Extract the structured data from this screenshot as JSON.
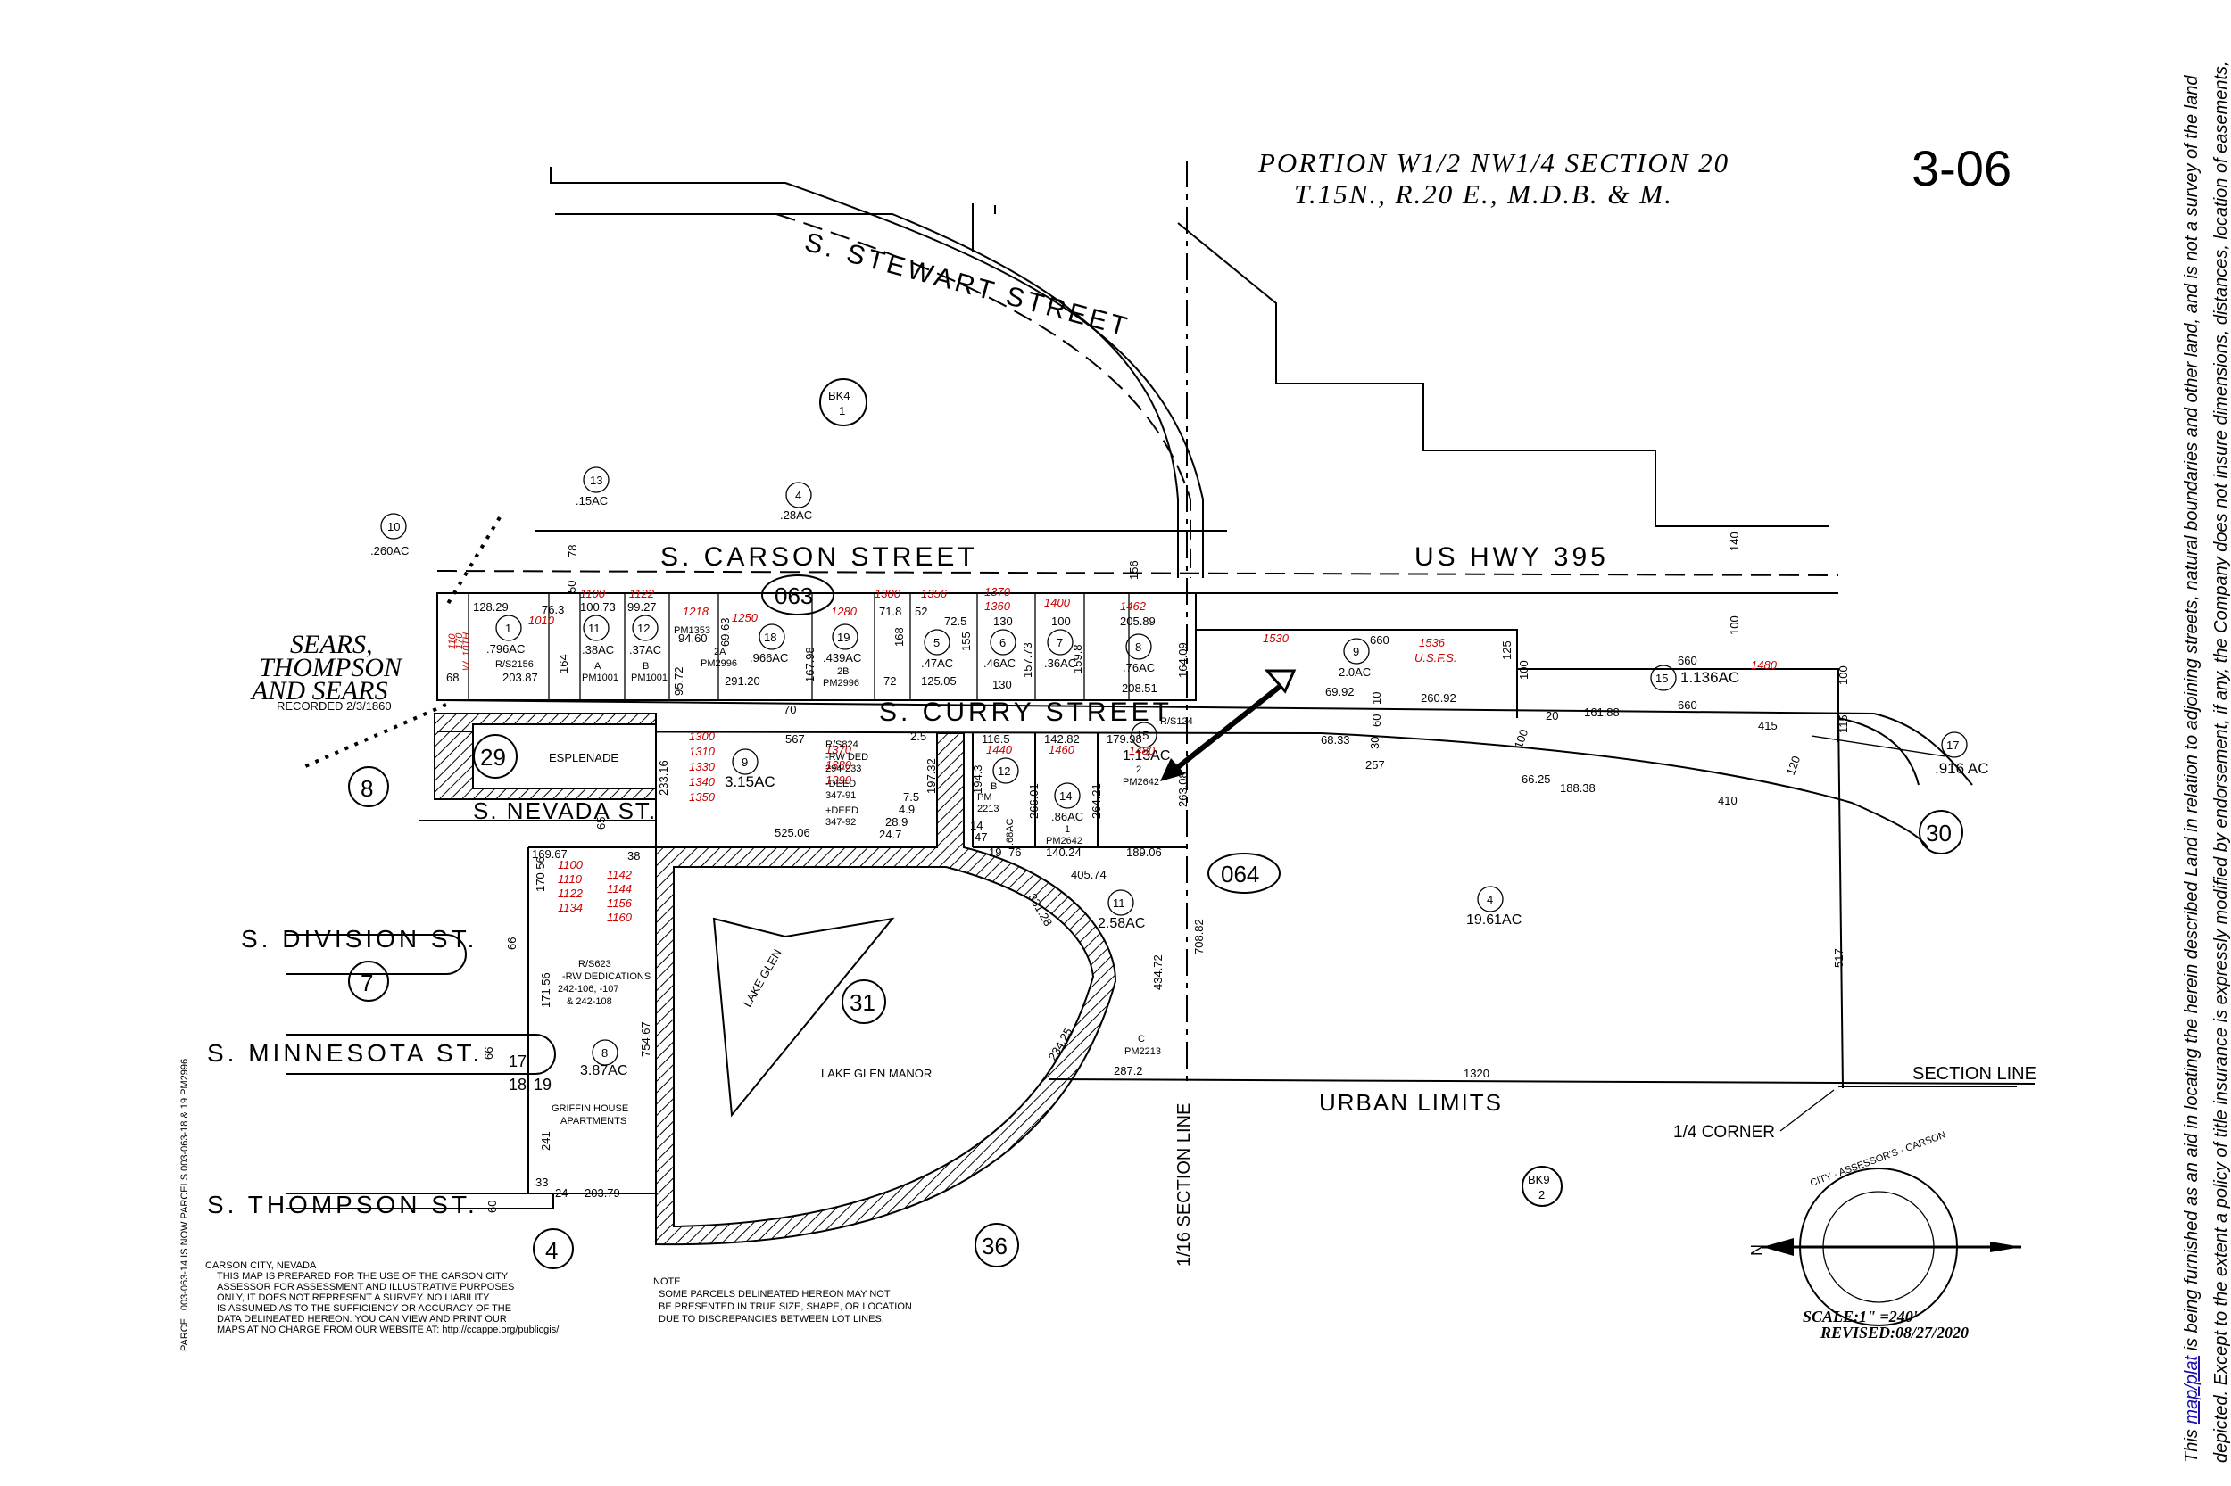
{
  "header": {
    "title_line1": "PORTION W1/2 NW1/4 SECTION 20",
    "title_line2": "T.15N., R.20 E., M.D.B. & M.",
    "page_number": "3-06"
  },
  "streets": {
    "stewart": "S. STEWART STREET",
    "carson": "S. CARSON STREET",
    "hwy": "US HWY 395",
    "curry": "S. CURRY STREET",
    "nevada": "S. NEVADA ST.",
    "division": "S. DIVISION ST.",
    "minnesota": "S. MINNESOTA ST.",
    "thompson": "S. THOMPSON ST.",
    "w10th": "W. 10TH"
  },
  "blocks": {
    "b063": "063",
    "b064": "064",
    "bk4_a": "BK4",
    "bk4_b": "1",
    "bk9_a": "BK9",
    "bk9_b": "2",
    "n8": "8",
    "n7": "7",
    "n4": "4",
    "n36": "36",
    "n30": "30",
    "n29": "29",
    "n31": "31"
  },
  "labels": {
    "sears1": "SEARS,",
    "sears2": "THOMPSON",
    "sears3": "AND SEARS",
    "recorded": "RECORDED 2/3/1860",
    "esplenade": "ESPLENADE",
    "lake_glen": "LAKE GLEN",
    "lake_glen_manor": "LAKE GLEN MANOR",
    "griffin1": "GRIFFIN HOUSE",
    "griffin2": "APARTMENTS",
    "urban_limits": "URBAN LIMITS",
    "section_line": "SECTION LINE",
    "sixteenth": "1/16 SECTION LINE",
    "quarter_corner": "1/4 CORNER",
    "usfs": "U.S.F.S.",
    "rw_ded1": "R/S623",
    "rw_ded2": "-RW DEDICATIONS",
    "rw_ded3": "242-106, -107",
    "rw_ded4": "& 242-108",
    "rs824_1": "R/S824",
    "rs824_2": "-RW DED",
    "rs824_3": "294-233",
    "rs824_4": "-DEED",
    "rs824_5": "347-91",
    "rs824_6": "+DEED",
    "rs824_7": "347-92",
    "rs124": "R/S124"
  },
  "parcels": {
    "p10": "10",
    "p10_ac": ".260AC",
    "p13": "13",
    "p13_ac": ".15AC",
    "p4top": "4",
    "p4top_ac": ".28AC",
    "p1": "1",
    "p1_ac": ".796AC",
    "p1_rs": "R/S2156",
    "p11": "11",
    "p11_ac": ".38AC",
    "p11_a": "A",
    "p11_pm": "PM1001",
    "p12": "12",
    "p12_ac": ".37AC",
    "p12_b": "B",
    "p12_pm": "PM1001",
    "p18": "18",
    "p18_ac": ".966AC",
    "p19": "19",
    "p19_ac": ".439AC",
    "p19_2b": "2B",
    "p19_pm": "PM2996",
    "p2a": "2A",
    "p2a_pm": "PM2996",
    "pm1353": "PM1353",
    "p5": "5",
    "p5_ac": ".47AC",
    "p6": "6",
    "p6_ac": ".46AC",
    "p7": "7",
    "p7_ac": ".36AC",
    "p8": "8",
    "p8_ac": ".76AC",
    "p9top": "9",
    "p9top_ac": "2.0AC",
    "p15top": "15",
    "p15top_ac": "1.136AC",
    "p17": "17",
    "p17_ac": ".916 AC",
    "p9": "9",
    "p9_ac": "3.15AC",
    "p12b": "12",
    "p12b_b": "B",
    "p12b_pm": "PM",
    "p12b_2213": "2213",
    "p12b_ac": ".68AC",
    "p14": "14",
    "p14_ac": ".86AC",
    "p14_1": "1",
    "p14_pm": "PM2642",
    "p15": "15",
    "p15_ac": "1.13AC",
    "p15_2": "2",
    "p15_pm": "PM2642",
    "p11b": "11",
    "p11b_ac": "2.58AC",
    "p4": "4",
    "p4_ac": "19.61AC",
    "p8b": "8",
    "p8b_ac": "3.87AC",
    "pc": "C",
    "pc_pm": "PM2213",
    "p17b": "17",
    "p18b": "18",
    "p19b": "19"
  },
  "addresses": {
    "a1010": "1010",
    "a1100": "1100",
    "a1122": "1122",
    "a1218": "1218",
    "a1250": "1250",
    "a1280": "1280",
    "a1300": "1300",
    "a1356": "1356",
    "a1370": "1370",
    "a1360": "1360",
    "a1400": "1400",
    "a1462": "1462",
    "a1530": "1530",
    "a1536": "1536",
    "a1480": "1480",
    "g1": "1300",
    "g2": "1310",
    "g3": "1330",
    "g4": "1340",
    "g5": "1350",
    "h1": "1370",
    "h2": "1380",
    "h3": "1390",
    "a1440": "1440",
    "a1460": "1460",
    "a1480b": "1480",
    "n1": "1100",
    "n2": "1110",
    "n3": "1122",
    "n4": "1134",
    "m1": "1142",
    "m2": "1144",
    "m3": "1156",
    "m4": "1160",
    "w10": "110",
    "w11": "170"
  },
  "dims": {
    "d78": "78",
    "d50": "50",
    "d156": "156",
    "d140": "140",
    "d100a": "100",
    "d128": "128.29",
    "d763": "76.3",
    "d10073": "100.73",
    "d9927": "99.27",
    "d9460": "94.60",
    "d6963": "69.63",
    "d718": "71.8",
    "d52": "52",
    "d725": "72.5",
    "d130a": "130",
    "d100b": "100",
    "d20589": "205.89",
    "d164": "164",
    "d9572": "95.72",
    "d16798": "167.98",
    "d168": "168",
    "d155": "155",
    "d15773": "157.73",
    "d1598": "159.8",
    "d16409": "164.09",
    "d20387": "203.87",
    "d68": "68",
    "d29120": "291.20",
    "d72": "72",
    "d12505": "125.05",
    "d130b": "130",
    "d20851": "208.51",
    "d660a": "660",
    "d125": "125",
    "d100c": "100",
    "d660b": "660",
    "d100d": "100",
    "d6992": "69.92",
    "d10": "10",
    "d26092": "260.92",
    "d20": "20",
    "d16188": "161.88",
    "d660c": "660",
    "d415": "415",
    "d115": "115",
    "d70": "70",
    "d567": "567",
    "d233": "233.16",
    "d25": "2.5",
    "d19732": "197.32",
    "d1165": "116.5",
    "d14282": "142.82",
    "d17998": "179.98",
    "d1943": "194.3",
    "d26601": "266.01",
    "d26421": "264.21",
    "d26308": "263.08",
    "d6833": "68.33",
    "d30": "30",
    "d257": "257",
    "d6625": "66.25",
    "d18838": "188.38",
    "d410": "410",
    "d60": "60",
    "d100e": "100",
    "d120": "120",
    "d75": "7.5",
    "d49": "4.9",
    "d289": "28.9",
    "d247": "24.7",
    "d52506": "525.06",
    "d14": "14",
    "d47": "47",
    "d19": "19",
    "d76": "76",
    "d14024": "140.24",
    "d18906": "189.06",
    "d40574": "405.74",
    "d70882": "708.82",
    "d43472": "434.72",
    "d33128": "331.28",
    "d23425": "234.25",
    "d2872": "287.2",
    "d1320": "1320",
    "d517": "517",
    "d16967": "169.67",
    "d38": "38",
    "d17056": "170.56",
    "d17156": "171.56",
    "d75467": "754.67",
    "d66a": "66",
    "d66b": "66",
    "d241": "241",
    "d33": "33",
    "d24": "24",
    "d20379": "203.79",
    "d60b": "60",
    "d65": "65"
  },
  "notes": {
    "carson1": "CARSON CITY, NEVADA",
    "carson2": "THIS MAP IS PREPARED FOR THE USE OF THE CARSON CITY",
    "carson3": "ASSESSOR FOR ASSESSMENT AND ILLUSTRATIVE PURPOSES",
    "carson4": "ONLY, IT DOES NOT REPRESENT A SURVEY.  NO LIABILITY",
    "carson5": "IS ASSUMED AS TO THE SUFFICIENCY OR ACCURACY OF THE",
    "carson6": "DATA DELINEATED HEREON.  YOU CAN VIEW AND PRINT OUR",
    "carson7": "MAPS AT NO CHARGE FROM OUR WEBSITE AT: http://ccappe.org/publicgis/",
    "note1": "NOTE",
    "note2": "SOME PARCELS DELINEATED HEREON MAY NOT",
    "note3": "BE PRESENTED IN TRUE SIZE, SHAPE, OR LOCATION",
    "note4": "DUE TO DISCREPANCIES BETWEEN LOT LINES.",
    "parcel_side": "PARCEL 003-063-14 IS NOW PARCELS 003-063-18 & 19 PM2996"
  },
  "scale": {
    "scale": "SCALE:1\" =240'",
    "revised": "REVISED:08/27/2020",
    "north": "N",
    "seal_text": "CITY · ASSESSOR'S · CARSON"
  },
  "disclaimer": {
    "pre": "This ",
    "link": "map/plat",
    "post": " is being furnished as an aid in locating the herein described Land in relation to adjoining streets, natural boundaries and other land, and is not a survey of the land depicted. Except to the extent a policy of title insurance is expressly modified by endorsement, if any, the Company does not insure dimensions, distances, location of easements, acreage or other matters shown thereon."
  },
  "colors": {
    "address_red": "#cc0000",
    "link_blue": "#1a0dab"
  }
}
